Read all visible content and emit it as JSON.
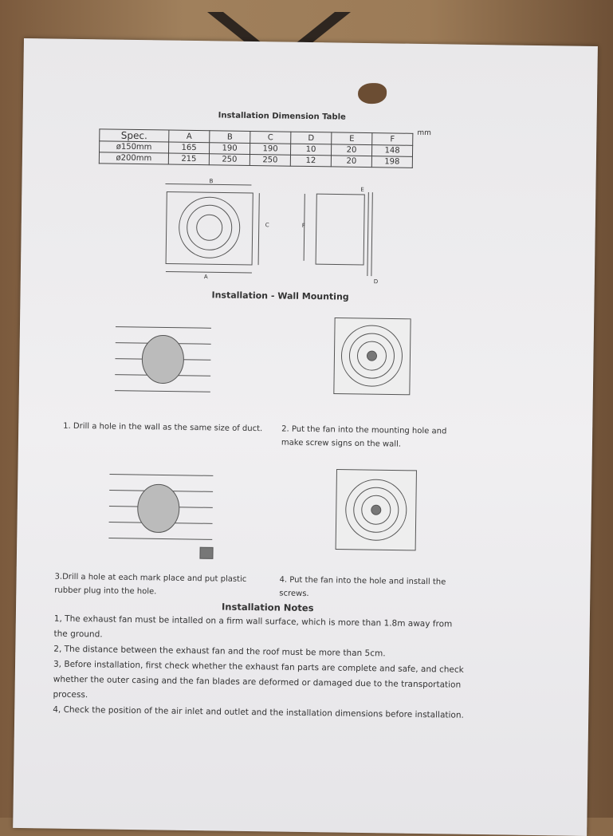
{
  "dimension_table": {
    "title": "Installation Dimension Table",
    "unit": "mm",
    "headers": [
      "Spec.",
      "A",
      "B",
      "C",
      "D",
      "E",
      "F"
    ],
    "rows": [
      [
        "ø150mm",
        "165",
        "190",
        "190",
        "10",
        "20",
        "148"
      ],
      [
        "ø200mm",
        "215",
        "250",
        "250",
        "12",
        "20",
        "198"
      ]
    ]
  },
  "diagram_labels": {
    "a": "A",
    "b": "B",
    "c": "C",
    "d": "D",
    "e": "E",
    "f": "F"
  },
  "wall_mounting_title": "Installation - Wall Mounting",
  "steps": [
    {
      "text": "1. Drill a hole in the wall as the same size of duct."
    },
    {
      "text": "2. Put the fan into the mounting hole and make screw signs on the wall."
    },
    {
      "text": "3.Drill a hole at each mark place and put plastic rubber plug into the hole."
    },
    {
      "text": "4. Put the fan into the hole and install the screws."
    }
  ],
  "notes": {
    "title": "Installation Notes",
    "items": [
      "1, The exhaust fan must be intalled on a firm wall surface, which is more than 1.8m away from the ground.",
      "2, The distance between the exhaust fan and the roof must be more than 5cm.",
      "3, Before installation, first check whether the exhaust fan parts are complete and safe, and check whether the outer casing and the fan blades are deformed or damaged due to the transportation process.",
      "4, Check the position of the air inlet and outlet and the installation dimensions before installation."
    ]
  }
}
